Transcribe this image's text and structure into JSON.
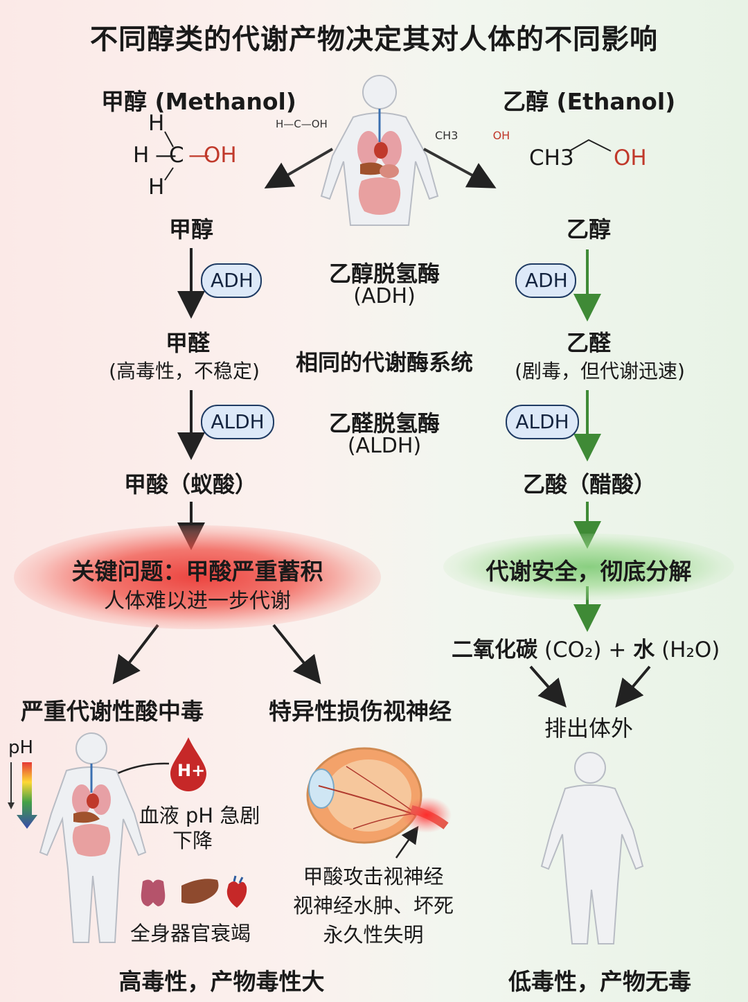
{
  "title": "不同醇类的代谢产物决定其对人体的不同影响",
  "methanol": {
    "heading": "甲醇 (Methanol)",
    "formula": {
      "h": "H",
      "c": "C",
      "oh": "OH",
      "h_c": "H—C—OH"
    },
    "step1": "甲醇",
    "enzyme1": "ADH",
    "step2": "甲醛",
    "step2_note": "(高毒性，不稳定)",
    "enzyme2": "ALDH",
    "step3": "甲酸（蚁酸）",
    "key_issue_title": "关键问题：甲酸严重蓄积",
    "key_issue_sub": "人体难以进一步代谢",
    "effect1": "严重代谢性酸中毒",
    "effect2": "特异性损伤视神经",
    "ph_label": "pH",
    "h_plus": "H+",
    "blood_ph": "血液 pH 急剧",
    "blood_ph2": "下降",
    "organs": "全身器官衰竭",
    "eye_line1": "甲酸攻击视神经",
    "eye_line2": "视神经水肿、坏死",
    "eye_line3": "永久性失明",
    "summary": "高毒性，产物毒性大"
  },
  "ethanol": {
    "heading": "乙醇 (Ethanol)",
    "formula": {
      "ch3": "CH3",
      "oh": "OH"
    },
    "step1": "乙醇",
    "enzyme1": "ADH",
    "step2": "乙醛",
    "step2_note": "(剧毒，但代谢迅速)",
    "enzyme2": "ALDH",
    "step3": "乙酸（醋酸）",
    "safe": "代谢安全，彻底分解",
    "products_a": "二氧化碳",
    "products_b": "(CO₂) + ",
    "products_c": "水",
    "products_d": "(H₂O)",
    "excrete": "排出体外",
    "summary": "低毒性，产物无毒"
  },
  "center": {
    "small_methanol": "H—C—OH",
    "small_ethanol_ch3": "CH3",
    "small_ethanol_oh": "OH",
    "enzyme1_name": "乙醇脱氢酶",
    "enzyme1_abbr": "(ADH)",
    "shared": "相同的代谢酶系统",
    "enzyme2_name": "乙醛脱氢酶",
    "enzyme2_abbr": "(ALDH)"
  },
  "colors": {
    "left_bg": "#fbe9e7",
    "right_bg": "#e8f3e6",
    "arrow_green": "#3f8a36",
    "arrow_dark": "#222222",
    "pill_fill": "#dde9f8",
    "oh_red": "#c0392b"
  }
}
